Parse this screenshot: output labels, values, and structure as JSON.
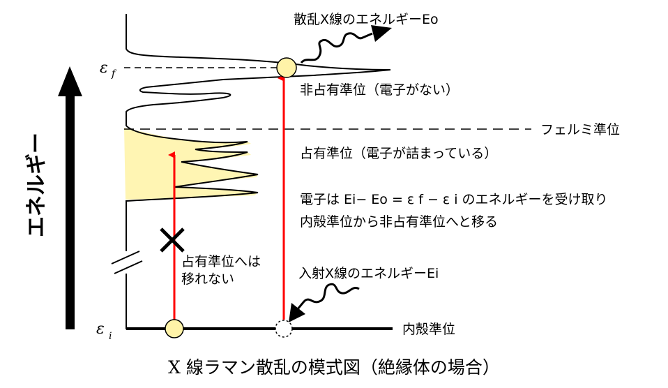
{
  "energy_axis_label": "エネルギー",
  "level_top_symbol": "ε",
  "level_top_subscript": "f",
  "level_bottom_symbol": "ε",
  "level_bottom_subscript": "i",
  "scattered_xray": "散乱X線のエネルギーEo",
  "unoccupied_level": "非占有準位（電子がない）",
  "fermi_level": "フェルミ準位",
  "occupied_level": "占有準位（電子が詰まっている）",
  "explanation_line1": "電子は Ei− Eo = ε f − ε i のエネルギーを受け取り",
  "explanation_line2": "内殻準位から非占有準位へと移る",
  "forbidden_line1": "占有準位へは",
  "forbidden_line2": "移れない",
  "incident_xray": "入射X線のエネルギーEi",
  "core_level": "内殻準位",
  "caption": "X 線ラマン散乱の模式図（絶縁体の場合）",
  "colors": {
    "occupied_fill": "#fff5b3",
    "electron_fill": "#fff3a8",
    "transition_arrow": "#ff0000",
    "line": "#000000"
  }
}
